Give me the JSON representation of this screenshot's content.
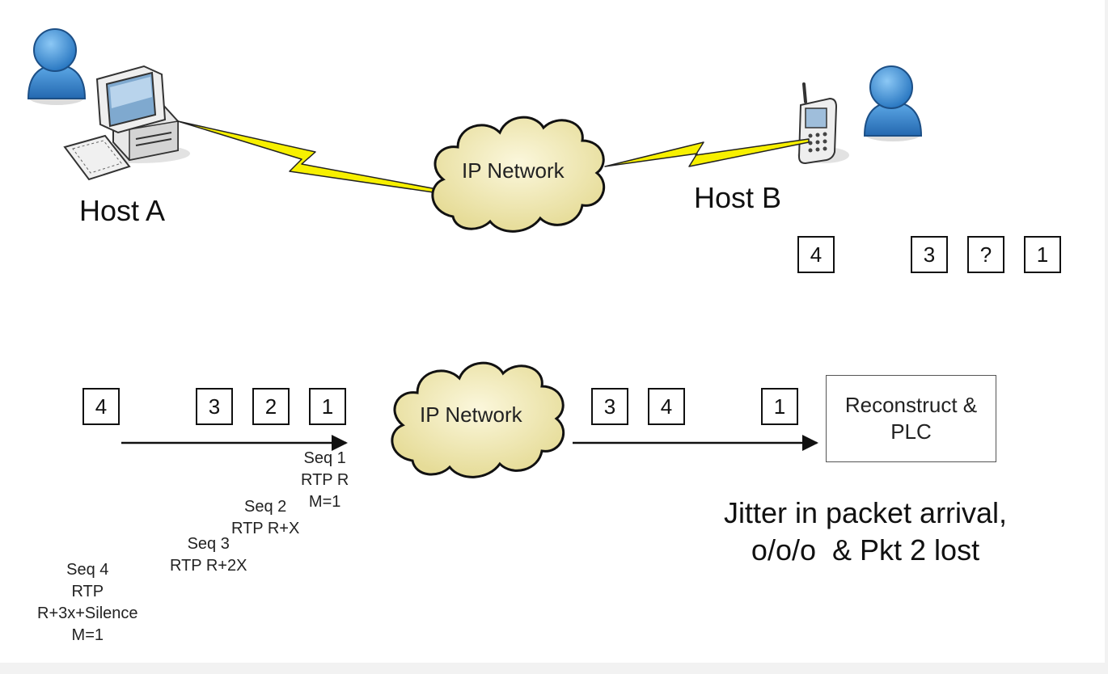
{
  "hosts": {
    "host_a": "Host A",
    "host_b": "Host B"
  },
  "clouds": {
    "top": "IP Network",
    "bottom": "IP Network"
  },
  "received_packets": [
    "4",
    "3",
    "?",
    "1"
  ],
  "sent_packets": [
    "4",
    "3",
    "2",
    "1"
  ],
  "arrived_packets": [
    "3",
    "4",
    "1"
  ],
  "seq_labels": {
    "seq1": "Seq 1\nRTP R\nM=1",
    "seq2": "Seq 2\nRTP R+X",
    "seq3": "Seq 3\nRTP R+2X",
    "seq4": "Seq 4\nRTP\nR+3x+Silence\nM=1"
  },
  "plc_box": "Reconstruct &\nPLC",
  "jitter_text": "Jitter in packet arrival,\no/o/o  & Pkt 2 lost",
  "colors": {
    "lightning": "#f7f000",
    "cloud": "#f5efc2",
    "person": "#3a8fd6"
  }
}
